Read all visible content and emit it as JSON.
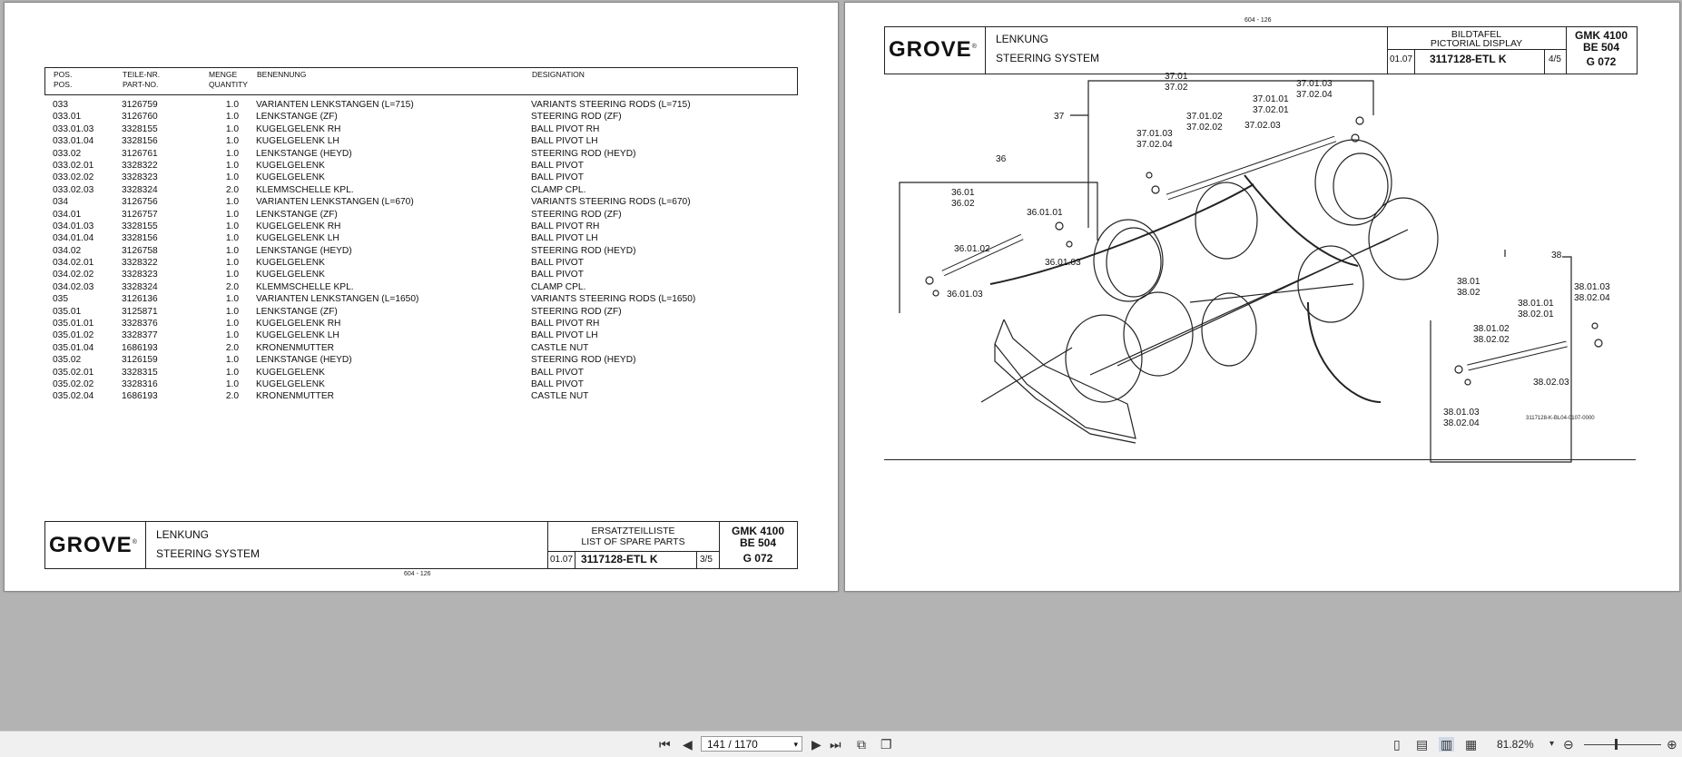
{
  "page_left": {
    "header": {
      "pos": "POS.",
      "pos2": "POS.",
      "teile": "TEILE-NR.",
      "part": "PART-NO.",
      "menge": "MENGE",
      "quantity": "QUANTITY",
      "benennung": "BENENNUNG",
      "designation": "DESIGNATION"
    },
    "rows": [
      [
        "033",
        "3126759",
        "1.0",
        "VARIANTEN LENKSTANGEN (L=715)",
        "VARIANTS STEERING RODS (L=715)"
      ],
      [
        "033.01",
        "3126760",
        "1.0",
        "LENKSTANGE (ZF)",
        "STEERING ROD (ZF)"
      ],
      [
        "033.01.03",
        "3328155",
        "1.0",
        "KUGELGELENK RH",
        "BALL PIVOT RH"
      ],
      [
        "033.01.04",
        "3328156",
        "1.0",
        "KUGELGELENK LH",
        "BALL PIVOT LH"
      ],
      [
        "033.02",
        "3126761",
        "1.0",
        "LENKSTANGE (HEYD)",
        "STEERING ROD (HEYD)"
      ],
      [
        "033.02.01",
        "3328322",
        "1.0",
        "KUGELGELENK",
        "BALL PIVOT"
      ],
      [
        "033.02.02",
        "3328323",
        "1.0",
        "KUGELGELENK",
        "BALL PIVOT"
      ],
      [
        "033.02.03",
        "3328324",
        "2.0",
        "KLEMMSCHELLE KPL.",
        "CLAMP CPL."
      ],
      [
        "034",
        "3126756",
        "1.0",
        "VARIANTEN LENKSTANGEN (L=670)",
        "VARIANTS STEERING RODS (L=670)"
      ],
      [
        "034.01",
        "3126757",
        "1.0",
        "LENKSTANGE (ZF)",
        "STEERING ROD (ZF)"
      ],
      [
        "034.01.03",
        "3328155",
        "1.0",
        "KUGELGELENK RH",
        "BALL PIVOT RH"
      ],
      [
        "034.01.04",
        "3328156",
        "1.0",
        "KUGELGELENK LH",
        "BALL PIVOT LH"
      ],
      [
        "034.02",
        "3126758",
        "1.0",
        "LENKSTANGE (HEYD)",
        "STEERING ROD (HEYD)"
      ],
      [
        "034.02.01",
        "3328322",
        "1.0",
        "KUGELGELENK",
        "BALL PIVOT"
      ],
      [
        "034.02.02",
        "3328323",
        "1.0",
        "KUGELGELENK",
        "BALL PIVOT"
      ],
      [
        "034.02.03",
        "3328324",
        "2.0",
        "KLEMMSCHELLE KPL.",
        "CLAMP CPL."
      ],
      [
        "035",
        "3126136",
        "1.0",
        "VARIANTEN LENKSTANGEN (L=1650)",
        "VARIANTS STEERING RODS (L=1650)"
      ],
      [
        "035.01",
        "3125871",
        "1.0",
        "LENKSTANGE (ZF)",
        "STEERING ROD (ZF)"
      ],
      [
        "035.01.01",
        "3328376",
        "1.0",
        "KUGELGELENK RH",
        "BALL PIVOT RH"
      ],
      [
        "035.01.02",
        "3328377",
        "1.0",
        "KUGELGELENK LH",
        "BALL PIVOT LH"
      ],
      [
        "035.01.04",
        "1686193",
        "2.0",
        "KRONENMUTTER",
        "CASTLE NUT"
      ],
      [
        "035.02",
        "3126159",
        "1.0",
        "LENKSTANGE (HEYD)",
        "STEERING ROD (HEYD)"
      ],
      [
        "035.02.01",
        "3328315",
        "1.0",
        "KUGELGELENK",
        "BALL PIVOT"
      ],
      [
        "035.02.02",
        "3328316",
        "1.0",
        "KUGELGELENK",
        "BALL PIVOT"
      ],
      [
        "035.02.04",
        "1686193",
        "2.0",
        "KRONENMUTTER",
        "CASTLE NUT"
      ]
    ],
    "title_block": {
      "logo": "GROVE",
      "title_de": "LENKUNG",
      "title_en": "STEERING SYSTEM",
      "list_de": "ERSATZTEILLISTE",
      "list_en": "LIST OF SPARE PARTS",
      "date": "01.07",
      "doc": "3117128-ETL K",
      "page": "3/5",
      "model": "GMK 4100",
      "be": "BE 504",
      "g": "G 072"
    },
    "footer": "604 - 126"
  },
  "page_right": {
    "top_code": "604 - 126",
    "title_block": {
      "logo": "GROVE",
      "title_de": "LENKUNG",
      "title_en": "STEERING SYSTEM",
      "bild_de": "BILDTAFEL",
      "bild_en": "PICTORIAL DISPLAY",
      "date": "01.07",
      "doc": "3117128-ETL K",
      "page": "4/5",
      "model": "GMK 4100",
      "be": "BE 504",
      "g": "G 072"
    },
    "labels": {
      "l37": "37",
      "l3701": "37.01",
      "l3702": "37.02",
      "l370103a": "37.01.03",
      "l370204a": "37.02.04",
      "l370101": "37.01.01",
      "l370201": "37.02.01",
      "l370102": "37.01.02",
      "l370202": "37.02.02",
      "l370203": "37.02.03",
      "l370103b": "37.01.03",
      "l370204b": "37.02.04",
      "l36": "36",
      "l3601": "36.01",
      "l3602": "36.02",
      "l360101": "36.01.01",
      "l360102": "36.01.02",
      "l360103a": "36.01.03",
      "l360103b": "36.01.03",
      "l38": "38",
      "l3801": "38.01",
      "l3802": "38.02",
      "l380103a": "38.01.03",
      "l380204a": "38.02.04",
      "l380101": "38.01.01",
      "l380201": "38.02.01",
      "l380102": "38.01.02",
      "l380202": "38.02.02",
      "l380203": "38.02.03",
      "l380103b": "38.01.03",
      "l380204b": "38.02.04"
    },
    "drawing_code": "3117128-K-BL04-0107-0000"
  },
  "toolbar": {
    "page_field": "141 / 1170",
    "zoom": "81.82%"
  }
}
